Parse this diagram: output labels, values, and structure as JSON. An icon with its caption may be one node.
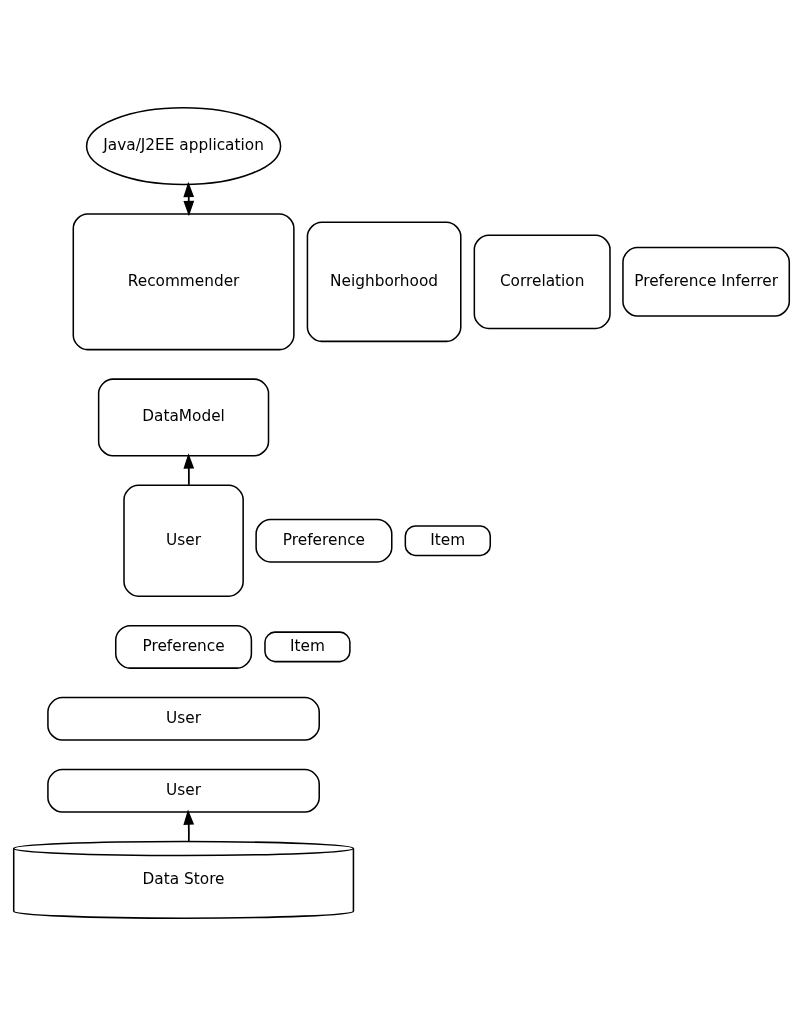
{
  "diagram": {
    "nodes": [
      {
        "text": [
          "Java/J2EE application"
        ]
      },
      {
        "text": [
          "Recommender"
        ]
      },
      {
        "text": [
          "Neighborhood"
        ]
      },
      {
        "text": [
          "Correlation"
        ]
      },
      {
        "text": [
          "Preference Inferrer"
        ]
      },
      {
        "text": [
          "DataModel"
        ]
      },
      {
        "text": [
          "User"
        ]
      },
      {
        "text": [
          "Preference"
        ]
      },
      {
        "text": [
          "Item"
        ]
      },
      {
        "text": [
          "Preference"
        ]
      },
      {
        "text": [
          "Item"
        ]
      },
      {
        "text": [
          "User"
        ]
      },
      {
        "text": [
          "User"
        ]
      },
      {
        "text": [
          "Data Store"
        ]
      }
    ],
    "edges": [
      {
        "from": 0,
        "to": 1,
        "arrow": "both"
      },
      {
        "from": 6,
        "to": 5,
        "arrow": "to"
      },
      {
        "from": 13,
        "to": 12,
        "arrow": "to"
      }
    ]
  }
}
